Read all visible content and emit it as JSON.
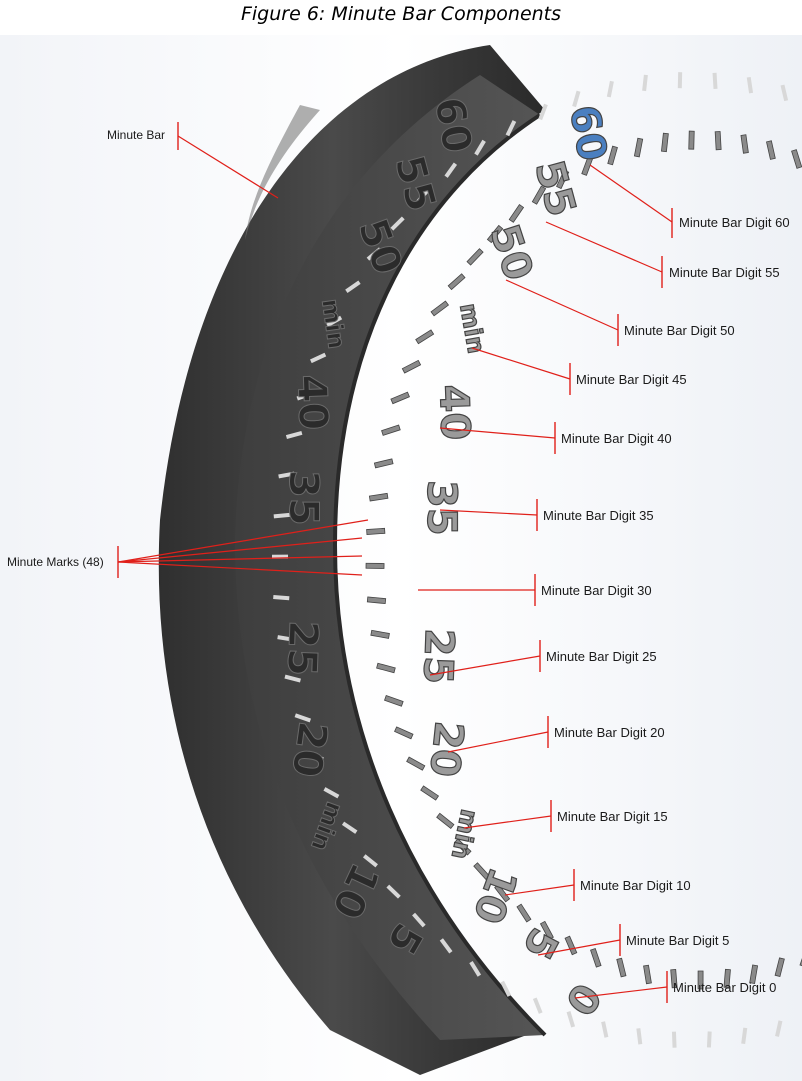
{
  "caption": "Figure 6: Minute Bar Components",
  "labels": {
    "minute_bar": "Minute Bar",
    "minute_marks": "Minute Marks (48)",
    "digit_60": "Minute Bar Digit 60",
    "digit_55": "Minute Bar Digit 55",
    "digit_50": "Minute Bar Digit 50",
    "digit_45": "Minute Bar Digit 45",
    "digit_40": "Minute Bar Digit 40",
    "digit_35": "Minute Bar Digit 35",
    "digit_30": "Minute Bar Digit 30",
    "digit_25": "Minute Bar Digit 25",
    "digit_20": "Minute Bar Digit 20",
    "digit_15": "Minute Bar Digit 15",
    "digit_10": "Minute Bar Digit 10",
    "digit_5": "Minute Bar Digit 5",
    "digit_0": "Minute Bar Digit 0"
  },
  "dial": {
    "outer_ring_digits": [
      "60",
      "55",
      "50",
      "min",
      "40",
      "35",
      "25",
      "20",
      "min",
      "10",
      "5"
    ],
    "loose_digits": [
      "60",
      "55",
      "50",
      "min",
      "40",
      "35",
      "25",
      "20",
      "min",
      "10",
      "5",
      "0"
    ]
  },
  "colors": {
    "leader": "#e0201a",
    "ring_dark": "#3c3c3c",
    "ring_face": "#4a4a4a",
    "highlight_digit": "#4a7fc0",
    "loose_parts": "#8a8a8a"
  }
}
